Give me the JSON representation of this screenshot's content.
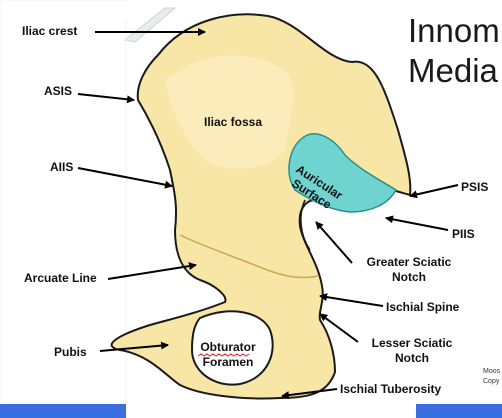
{
  "title": {
    "line1": "Innom",
    "line2": "Media"
  },
  "footer": {
    "line1": "Moos",
    "line2": "Copy"
  },
  "colors": {
    "bone": "#f7e6a6",
    "bone_edge": "#1a1a1a",
    "auricular": "#6fd3d0",
    "accent_bar": "#3b6fe0",
    "page": "#ffffff"
  },
  "labels": {
    "iliac_crest": "Iliac crest",
    "asis": "ASIS",
    "aiis": "AIIS",
    "arcuate_line": "Arcuate Line",
    "pubis": "Pubis",
    "iliac_fossa": "Iliac fossa",
    "auricular_1": "Auricular",
    "auricular_2": "Surface",
    "psis": "PSIS",
    "piis": "PIIS",
    "greater_sciatic_1": "Greater Sciatic",
    "greater_sciatic_2": "Notch",
    "ischial_spine": "Ischial Spine",
    "lesser_sciatic_1": "Lesser Sciatic",
    "lesser_sciatic_2": "Notch",
    "obturator_1": "Obturator",
    "obturator_2": "Foramen",
    "ischial_tuberosity": "Ischial Tuberosity"
  }
}
